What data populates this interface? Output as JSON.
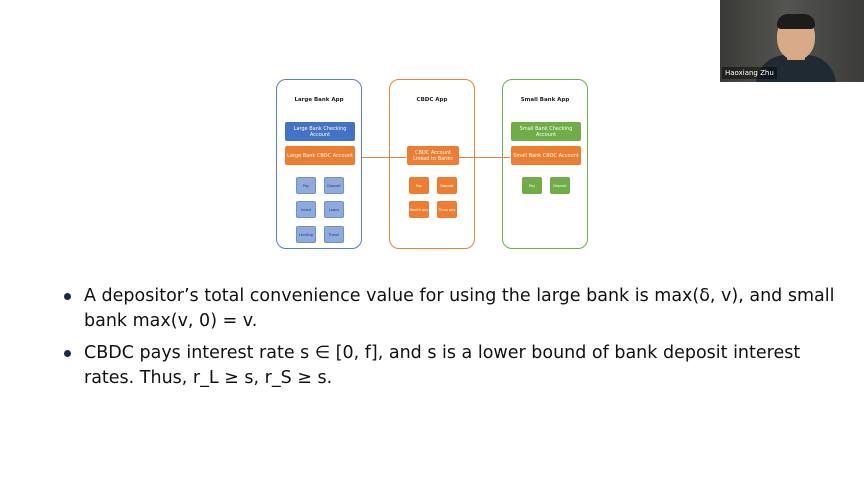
{
  "webcam": {
    "participant_name": "Haoxiang Zhu"
  },
  "diagram": {
    "large_bank": {
      "title": "Large Bank App",
      "checking": "Large Bank Checking Account",
      "cbdc": "Large Bank CBDC Account",
      "tiles": [
        "Pay",
        "Deposit",
        "Invest",
        "Loans",
        "Lending",
        "Travel"
      ]
    },
    "cbdc_app": {
      "title": "CBDC App",
      "account": "CBDC Account Linked to Banks",
      "tiles": [
        "Pay",
        "Deposit",
        "Health pay",
        "Trans pay"
      ]
    },
    "small_bank": {
      "title": "Small Bank App",
      "checking": "Small Bank Checking Account",
      "cbdc": "Small Bank CBDC Account",
      "tiles": [
        "Pay",
        "Deposit"
      ]
    },
    "colors": {
      "large": "#4472c4",
      "cbdc": "#ed7d31",
      "small": "#70ad47"
    }
  },
  "bullets": [
    "A depositor’s total convenience value for using the large bank is max(δ, v), and small bank max(v, 0) = v.",
    "CBDC pays interest rate s ∈ [0, f], and s is a lower bound of bank deposit interest rates. Thus, r_L ≥ s, r_S ≥ s."
  ]
}
